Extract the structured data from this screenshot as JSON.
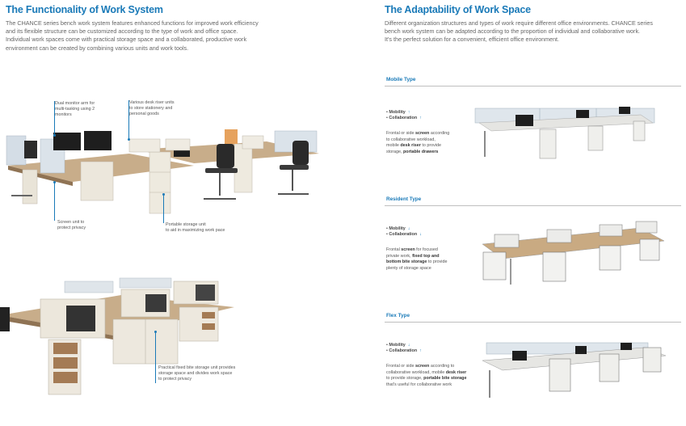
{
  "left": {
    "title": "The Functionality of Work System",
    "intro": [
      "The CHANCE series bench work system features enhanced functions for improved work efficiency",
      "and its flexible structure can be customized according to the type of work and office space.",
      "Individual work spaces come with practical storage space and a collaborated, productive work",
      "environment can be created by combining various units and work tools."
    ],
    "callouts": {
      "monitor_arm": [
        "Dual monitor arm for",
        "multi-tasking using 2",
        "monitors"
      ],
      "desk_riser": [
        "Various desk riser units",
        "to store stationery and",
        "personal goods"
      ],
      "screen_unit": [
        "Screen unit to",
        "protect privacy"
      ],
      "portable_storage": [
        "Portable storage unit",
        "to aid in maximizing work pace"
      ],
      "fixed_bite": [
        "Practical fixed bite storage unit provides",
        "storage space and divides work space",
        "to protect privacy"
      ]
    }
  },
  "right": {
    "title": "The Adaptability of Work Space",
    "intro": [
      "Different organization structures and types of work require different office environments. CHANCE series",
      "bench work system can be adapted according to the proportion of individual and collaborative work.",
      "It's the perfect solution for a convenient, efficient office environment."
    ],
    "types": [
      {
        "name": "Mobile Type",
        "mobility_label": "Mobility",
        "mobility_arrow": "↑",
        "collab_label": "Collaboration",
        "collab_arrow": "↑",
        "desc": [
          [
            {
              "t": "Frontal or side "
            },
            {
              "t": "screen",
              "b": true
            },
            {
              "t": " according"
            }
          ],
          [
            {
              "t": "to collaborative workload,"
            }
          ],
          [
            {
              "t": "mobile "
            },
            {
              "t": "desk riser",
              "b": true
            },
            {
              "t": " to provide"
            }
          ],
          [
            {
              "t": "storage, "
            },
            {
              "t": "portable drawers",
              "b": true
            }
          ]
        ]
      },
      {
        "name": "Resident Type",
        "mobility_label": "Mobility",
        "mobility_arrow": "↓",
        "collab_label": "Collaboration",
        "collab_arrow": "↓",
        "desc": [
          [
            {
              "t": "Frontal "
            },
            {
              "t": "screen",
              "b": true
            },
            {
              "t": " for focused"
            }
          ],
          [
            {
              "t": "private work, "
            },
            {
              "t": "fixed top and",
              "b": true
            }
          ],
          [
            {
              "t": "bottom bite storage",
              "b": true
            },
            {
              "t": " to provide"
            }
          ],
          [
            {
              "t": "plenty of storage space"
            }
          ]
        ]
      },
      {
        "name": "Flex Type",
        "mobility_label": "Mobility",
        "mobility_arrow": "↓",
        "collab_label": "Collaboration",
        "collab_arrow": "↑",
        "desc": [
          [
            {
              "t": "Frontal or side "
            },
            {
              "t": "screen",
              "b": true
            },
            {
              "t": " according to"
            }
          ],
          [
            {
              "t": "collaborative workload, mobile "
            },
            {
              "t": "desk riser",
              "b": true
            }
          ],
          [
            {
              "t": "to provide storage, "
            },
            {
              "t": "portable bite storage",
              "b": true
            }
          ],
          [
            {
              "t": "that's useful for collaborative work"
            }
          ]
        ]
      }
    ]
  },
  "colors": {
    "accent": "#1a7ab8",
    "wood": "#a98a66",
    "panel": "#e8e4dc",
    "screen": "#c9d7e3",
    "dark": "#2a2a2a"
  }
}
